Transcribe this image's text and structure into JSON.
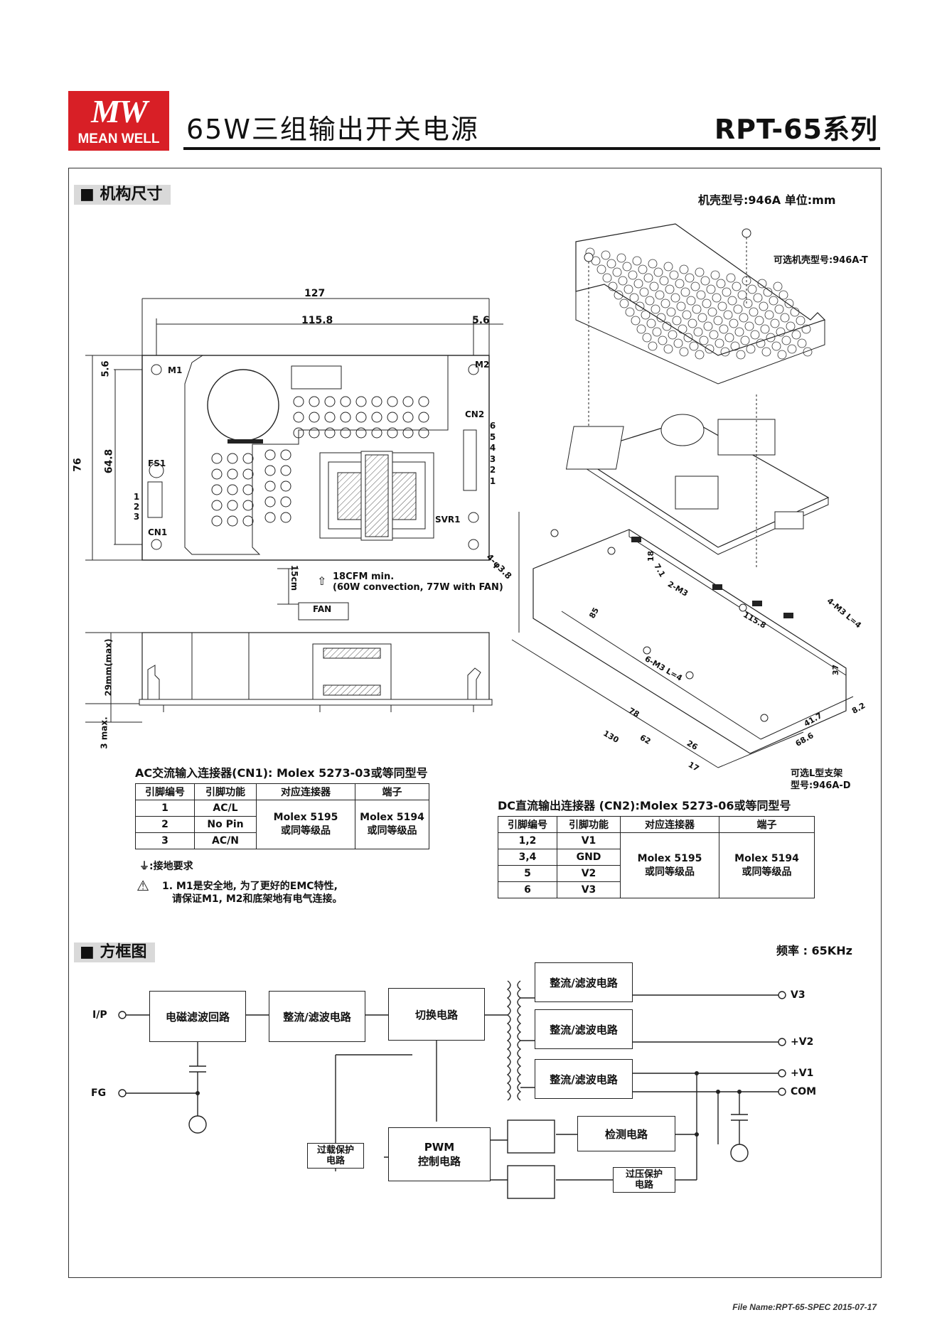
{
  "header": {
    "logo_mark": "MW",
    "logo_text": "MEAN WELL",
    "title": "65W三组输出开关电源",
    "series": "RPT-65系列"
  },
  "mechanical": {
    "section_title": "■ 机构尺寸",
    "case_info": "机壳型号:946A   单位:mm",
    "optional_case": "可选机壳型号:946A-T",
    "optional_bracket_line1": "可选L型支架",
    "optional_bracket_line2": "型号:946A-D",
    "top_view": {
      "dim_127": "127",
      "dim_115_8": "115.8",
      "dim_5_6_top": "5.6",
      "dim_5_6_side": "5.6",
      "dim_76": "76",
      "dim_64_8": "64.8",
      "label_m1": "M1",
      "label_m2": "M2",
      "label_fs1": "FS1",
      "label_cn1": "CN1",
      "label_cn2": "CN2",
      "label_svr1": "SVR1",
      "hole_label": "4-φ3.8",
      "cn2_pins": [
        "6",
        "5",
        "4",
        "3",
        "2",
        "1"
      ],
      "cn1_pins": [
        "1",
        "2",
        "3"
      ],
      "fan_distance": "15cm",
      "airflow_line1": "18CFM min.",
      "airflow_line2": "(60W convection, 77W with FAN)",
      "fan_label": "FAN"
    },
    "side_view": {
      "height_max": "29mm(max)",
      "bottom_max": "3 max."
    },
    "iso_view": {
      "dim_18": "18",
      "dim_7_1": "7.1",
      "dim_2_m3": "2-M3",
      "dim_85": "85",
      "dim_115_8": "115.8",
      "dim_4_m3": "4-M3 L=4",
      "dim_6_m3": "6-M3 L=4",
      "dim_37": "37",
      "dim_8_2": "8.2",
      "dim_41_7": "41.7",
      "dim_68_6": "68.6",
      "dim_78": "78",
      "dim_62": "62",
      "dim_26": "26",
      "dim_17": "17",
      "dim_130": "130"
    }
  },
  "cn1_table": {
    "caption": "AC交流输入连接器(CN1): Molex 5273-03或等同型号",
    "headers": [
      "引脚编号",
      "引脚功能",
      "对应连接器",
      "端子"
    ],
    "rows": [
      {
        "pin": "1",
        "func": "AC/L"
      },
      {
        "pin": "2",
        "func": "No Pin"
      },
      {
        "pin": "3",
        "func": "AC/N"
      }
    ],
    "mating_line1": "Molex 5195",
    "mating_line2": "或同等级品",
    "terminal_line1": "Molex 5194",
    "terminal_line2": "或同等级品"
  },
  "cn2_table": {
    "caption": "DC直流输出连接器 (CN2):Molex 5273-06或等同型号",
    "headers": [
      "引脚编号",
      "引脚功能",
      "对应连接器",
      "端子"
    ],
    "rows": [
      {
        "pin": "1,2",
        "func": "V1"
      },
      {
        "pin": "3,4",
        "func": "GND"
      },
      {
        "pin": "5",
        "func": "V2"
      },
      {
        "pin": "6",
        "func": "V3"
      }
    ],
    "mating_line1": "Molex 5195",
    "mating_line2": "或同等级品",
    "terminal_line1": "Molex 5194",
    "terminal_line2": "或同等级品"
  },
  "notes": {
    "ground_req": "⏚:接地要求",
    "note1_line1": "1. M1是安全地, 为了更好的EMC特性,",
    "note1_line2": "请保证M1, M2和底架地有电气连接。"
  },
  "block_diagram": {
    "section_title": "■ 方框图",
    "frequency": "频率 : 65KHz",
    "ip_label": "I/P",
    "fg_label": "FG",
    "emi_filter": "电磁滤波回路",
    "rectifier_in": "整流/滤波电路",
    "switching": "切换电路",
    "rect_v3": "整流/滤波电路",
    "rect_v2": "整流/滤波电路",
    "rect_v1": "整流/滤波电路",
    "out_v3": "V3",
    "out_v2": "+V2",
    "out_v1": "+V1",
    "out_com": "COM",
    "detection": "检测电路",
    "pwm_line1": "PWM",
    "pwm_line2": "控制电路",
    "olp_line1": "过载保护",
    "olp_line2": "电路",
    "ovp_line1": "过压保护",
    "ovp_line2": "电路"
  },
  "footer": {
    "file_name": "File Name:RPT-65-SPEC   2015-07-17"
  }
}
